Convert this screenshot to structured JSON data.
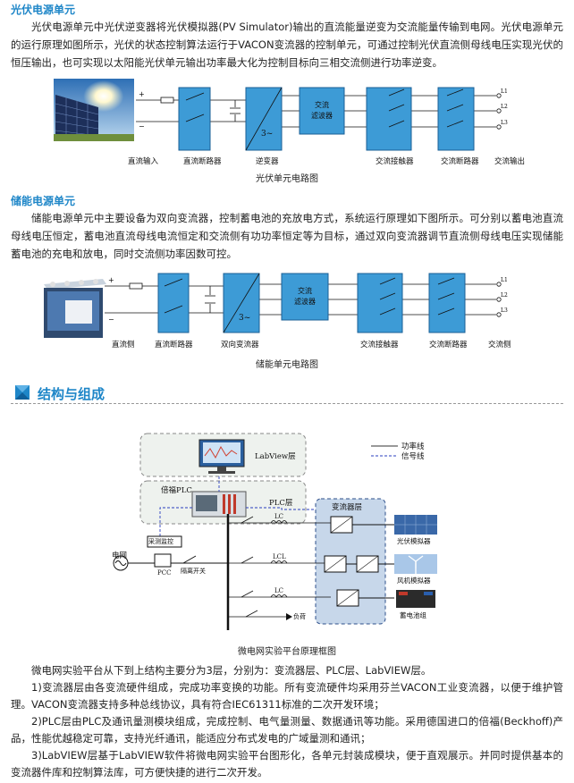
{
  "pv": {
    "title": "光伏电源单元",
    "body": "光伏电源单元中光伏逆变器将光伏模拟器(PV Simulator)输出的直流能量逆变为交流能量传输到电网。光伏电源单元的运行原理如图所示，光伏的状态控制算法运行于VACON变流器的控制单元，可通过控制光伏直流侧母线电压实现光伏的恒压输出，也可实现以太阳能光伏单元输出功率最大化为控制目标向三相交流侧进行功率逆变。",
    "labels": [
      "直流输入",
      "直流断路器",
      "逆变器",
      "交流接触器",
      "交流断路器",
      "交流输出"
    ],
    "filter_label": "交流\n滤波器",
    "caption": "光伏单元电路图"
  },
  "storage": {
    "title": "储能电源单元",
    "body": "储能电源单元中主要设备为双向变流器，控制蓄电池的充放电方式，系统运行原理如下图所示。可分别以蓄电池直流母线电压恒定，蓄电池直流母线电流恒定和交流侧有功功率恒定等为目标，通过双向变流器调节直流侧母线电压实现储能蓄电池的充电和放电，同时交流侧功率因数可控。",
    "labels": [
      "直流侧",
      "直流断路器",
      "双向变流器",
      "交流接触器",
      "交流断路器",
      "交流侧"
    ],
    "caption": "储能单元电路图"
  },
  "lines": [
    "L1",
    "L2",
    "L3"
  ],
  "structure": {
    "heading": "结构与组成",
    "caption": "微电网实验平台原理框图",
    "diagram": {
      "labview_layer": "LabView层",
      "plc_layer": "PLC层",
      "plc_name": "倍福PLC",
      "converter_layer": "变流器层",
      "legend_power": "功率线",
      "legend_signal": "信号线",
      "grid": "电网",
      "measure": "采测监控",
      "pcc": "PCC",
      "switch": "隔离开关",
      "load": "负荷",
      "pv_sim": "光伏模拟器",
      "wind_sim": "风机模拟器",
      "battery": "蓄电池组",
      "lc": "LC",
      "lcl": "LCL"
    },
    "paragraphs": [
      "微电网实验平台从下到上结构主要分为3层，分别为：变流器层、PLC层、LabVIEW层。",
      "1)变流器层由各变流硬件组成，完成功率变换的功能。所有变流硬件均采用芬兰VACON工业变流器，以便于维护管理。VACON变流器支持多种总线协议，具有符合IEC61311标准的二次开发环境；",
      "2)PLC层由PLC及通讯量测模块组成，完成控制、电气量测量、数据通讯等功能。采用德国进口的倍福(Beckhoff)产品，性能优越稳定可靠，支持光纤通讯，能适应分布式发电的广域量测和通讯；",
      "3)LabVIEW层基于LabVIEW软件将微电网实验平台图形化，各单元封装成模块，便于直观展示。并同时提供基本的变流器件库和控制算法库，可方便快捷的进行二次开发。"
    ]
  },
  "colors": {
    "accent": "#1e86c8",
    "block": "#3d9bd6",
    "layer_fill": "#eef2ee"
  }
}
